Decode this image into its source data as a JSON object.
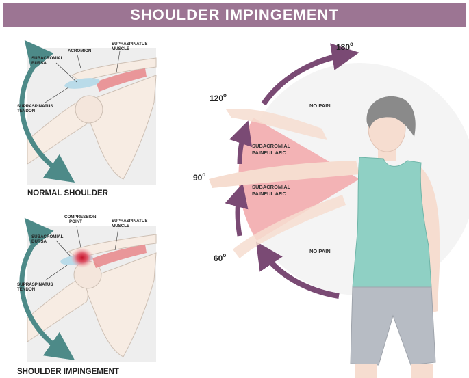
{
  "title": "SHOULDER IMPINGEMENT",
  "normal_panel": {
    "caption": "NORMAL SHOULDER",
    "labels": {
      "subacromial_bursa_1": "SUBACROMIAL",
      "subacromial_bursa_2": "BURSA",
      "acromion": "ACROMION",
      "supraspinatus_muscle_1": "SUPRASPINATUS",
      "supraspinatus_muscle_2": "MUSCLE",
      "supraspinatus_tendon_1": "SUPRASPINATUS",
      "supraspinatus_tendon_2": "TENDON"
    }
  },
  "impingement_panel": {
    "caption": "SHOULDER IMPINGEMENT",
    "labels": {
      "compression_point_1": "COMPRESSION",
      "compression_point_2": "POINT",
      "supraspinatus_muscle_1": "SUPRASPINATUS",
      "supraspinatus_muscle_2": "MUSCLE",
      "subacromial_bursa_1": "SUBACROMIAL",
      "subacromial_bursa_2": "BURSA",
      "supraspinatus_tendon_1": "SUPRASPINATUS",
      "supraspinatus_tendon_2": "TENDON"
    }
  },
  "arc": {
    "angles": {
      "a180": "180",
      "a120": "120",
      "a90": "90",
      "a60": "60"
    },
    "degree_symbol": "o",
    "zones": {
      "no_pain_top": "NO PAIN",
      "no_pain_bottom": "NO PAIN",
      "painful_upper_1": "SUBACROMIAL",
      "painful_upper_2": "PAINFUL ARC",
      "painful_lower_1": "SUBACROMIAL",
      "painful_lower_2": "PAINFUL ARC"
    }
  },
  "colors": {
    "title_bar": "#9c7593",
    "teal_arrow": "#4d8a88",
    "purple_arrow": "#7a4a74",
    "painful_arc": "#f3b3b5",
    "tank_top": "#8fd0c4",
    "shorts": "#b7bcc4",
    "skin": "#f6ddd0",
    "hair": "#8a8a8a",
    "bursa": "#b9dbe9",
    "muscle": "#e8868a"
  }
}
